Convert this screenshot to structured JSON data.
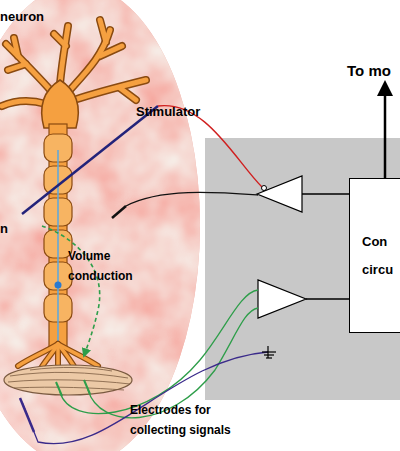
{
  "diagram": {
    "nodes": [
      {
        "text": [
          "Con circu"
        ]
      }
    ],
    "labels": [
      "neuron",
      "n",
      "Stimulator",
      "Volume conduction",
      "Electrodes for collecting signals",
      "To mo"
    ]
  }
}
